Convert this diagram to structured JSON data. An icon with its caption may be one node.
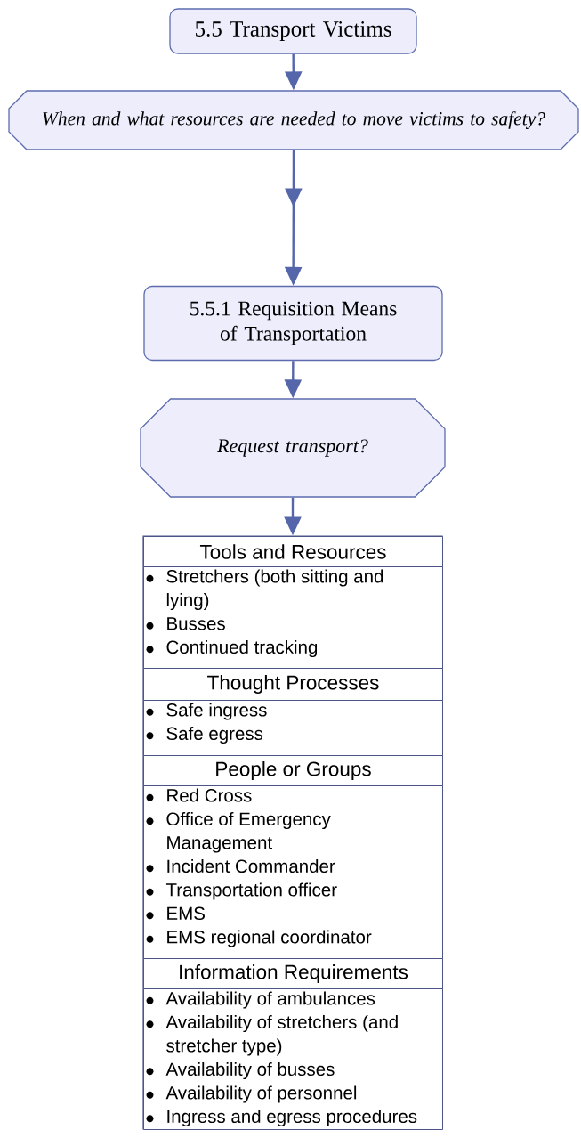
{
  "diagram": {
    "nodes": [
      {
        "text": [
          "5.5 Transport Victims"
        ]
      },
      {
        "text": [
          "When and what resources are needed to move victims to safety?"
        ]
      },
      {
        "text": [
          "5.5.1 Requisition Means of Transportation"
        ]
      },
      {
        "text": [
          "Request transport?"
        ]
      },
      {
        "text": [],
        "shape": "box"
      },
      {
        "text": [
          "Tools and Resources"
        ],
        "in": 4
      },
      {
        "text": [
          "Stretchers (both sitting and lying)",
          "Busses",
          "Continued tracking"
        ],
        "in": 4
      },
      {
        "text": [
          "Thought Processes"
        ],
        "in": 4
      },
      {
        "text": [
          "Safe ingress",
          "Safe egress"
        ],
        "in": 4
      },
      {
        "text": [
          "People or Groups"
        ],
        "in": 4
      },
      {
        "text": [
          "Red Cross",
          "Office of Emergency Management",
          "Incident Commander",
          "Transportation officer",
          "EMS",
          "EMS regional coordinator"
        ],
        "in": 4
      },
      {
        "text": [
          "Information Requirements"
        ],
        "in": 4
      },
      {
        "text": [
          "Availability of ambulances",
          "Availability of stretchers (and stretcher type)",
          "Availability of busses",
          "Availability of personnel",
          "Ingress and egress procedures"
        ],
        "in": 4
      }
    ],
    "edges": [
      {
        "from": 0,
        "to": 1,
        "arrow": "to"
      },
      {
        "from": 1,
        "to": 2,
        "arrow": "to"
      },
      {
        "from": 2,
        "to": 3,
        "arrow": "to"
      },
      {
        "from": 3,
        "to": 4,
        "arrow": "to"
      }
    ]
  }
}
